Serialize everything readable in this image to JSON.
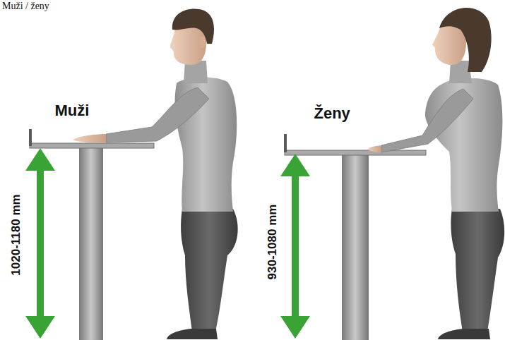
{
  "diagram": {
    "title": "Muži / ženy",
    "labels": [
      "Muži",
      "1020-1180 mm",
      "Ženy",
      "930-1080 mm"
    ]
  }
}
